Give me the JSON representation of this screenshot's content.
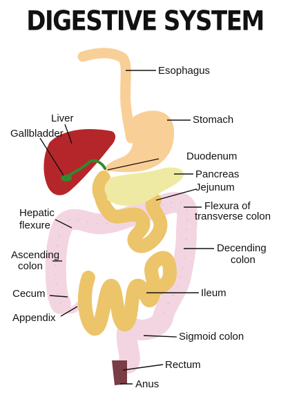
{
  "title": "DIGESTIVE SYSTEM",
  "labels": {
    "esophagus": "Esophagus",
    "stomach": "Stomach",
    "liver": "Liver",
    "gallbladder": "Gallbladder",
    "duodenum": "Duodenum",
    "pancreas": "Pancreas",
    "jejunum": "Jejunum",
    "hepatic_flexure_1": "Hepatic",
    "hepatic_flexure_2": "flexure",
    "flexura_1": "Flexura of",
    "flexura_2": "transverse colon",
    "ascending_1": "Ascending",
    "ascending_2": "colon",
    "decending_1": "Decending",
    "decending_2": "colon",
    "cecum": "Cecum",
    "ileum": "Ileum",
    "appendix": "Appendix",
    "sigmoid": "Sigmoid colon",
    "rectum": "Rectum",
    "anus": "Anus"
  },
  "colors": {
    "esophagus": "#f9cf98",
    "liver": "#b5262a",
    "gallbladder": "#2e8b2e",
    "pancreas": "#efeaa3",
    "small_intestine": "#ecc46a",
    "colon": "#f3d5e1",
    "rectum": "#7a3c45"
  }
}
